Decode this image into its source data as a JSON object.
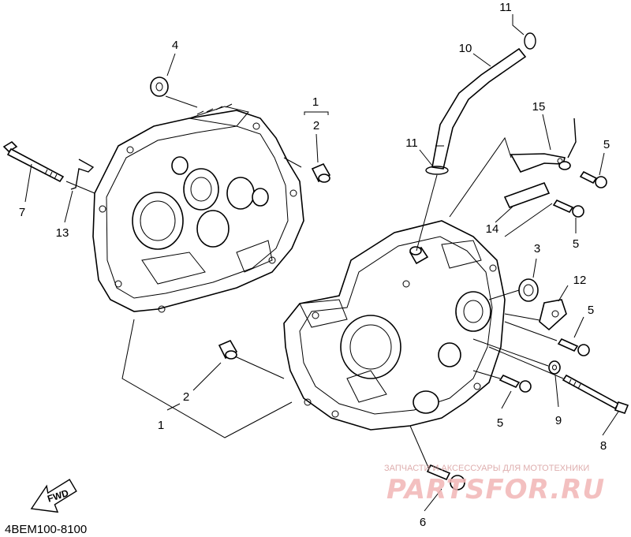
{
  "diagram": {
    "callouts": [
      {
        "id": "c1a",
        "text": "1"
      },
      {
        "id": "c2a",
        "text": "2"
      },
      {
        "id": "c4",
        "text": "4"
      },
      {
        "id": "c7",
        "text": "7"
      },
      {
        "id": "c13",
        "text": "13"
      },
      {
        "id": "c2b",
        "text": "2"
      },
      {
        "id": "c1b",
        "text": "1"
      },
      {
        "id": "c11a",
        "text": "11"
      },
      {
        "id": "c10",
        "text": "10"
      },
      {
        "id": "c11b",
        "text": "11"
      },
      {
        "id": "c15",
        "text": "15"
      },
      {
        "id": "c5a",
        "text": "5"
      },
      {
        "id": "c5b",
        "text": "5"
      },
      {
        "id": "c14",
        "text": "14"
      },
      {
        "id": "c3",
        "text": "3"
      },
      {
        "id": "c12",
        "text": "12"
      },
      {
        "id": "c5c",
        "text": "5"
      },
      {
        "id": "c5d",
        "text": "5"
      },
      {
        "id": "c9",
        "text": "9"
      },
      {
        "id": "c8",
        "text": "8"
      },
      {
        "id": "c6",
        "text": "6"
      }
    ],
    "fwd_label": "FWD",
    "drawing_code": "4BEM100-8100"
  },
  "watermark": {
    "tagline": "ЗАПЧАСТИ И АКСЕССУАРЫ ДЛЯ МОТОТЕХНИКИ",
    "brand": "PARTSFOR.RU"
  }
}
